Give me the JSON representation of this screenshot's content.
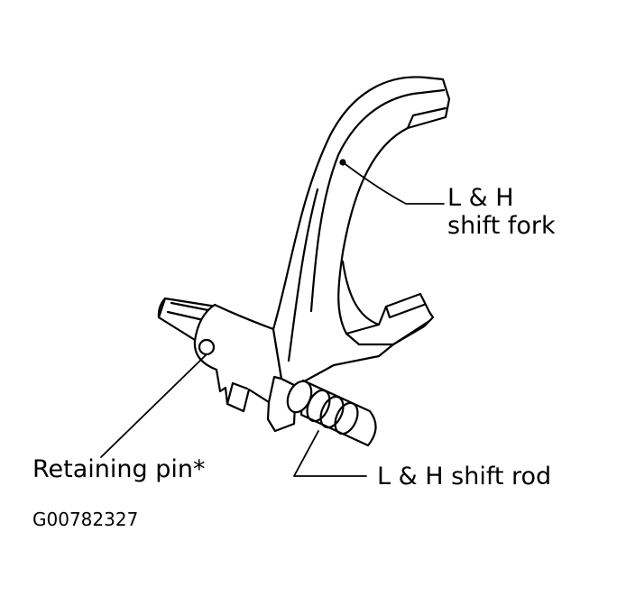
{
  "labels": {
    "shift_fork_line1": "L & H",
    "shift_fork_line2": "shift fork",
    "retaining_pin": "Retaining pin*",
    "shift_rod": "L & H shift rod"
  },
  "figure_id": "G00782327",
  "colors": {
    "ink": "#000000",
    "paper": "#ffffff"
  }
}
